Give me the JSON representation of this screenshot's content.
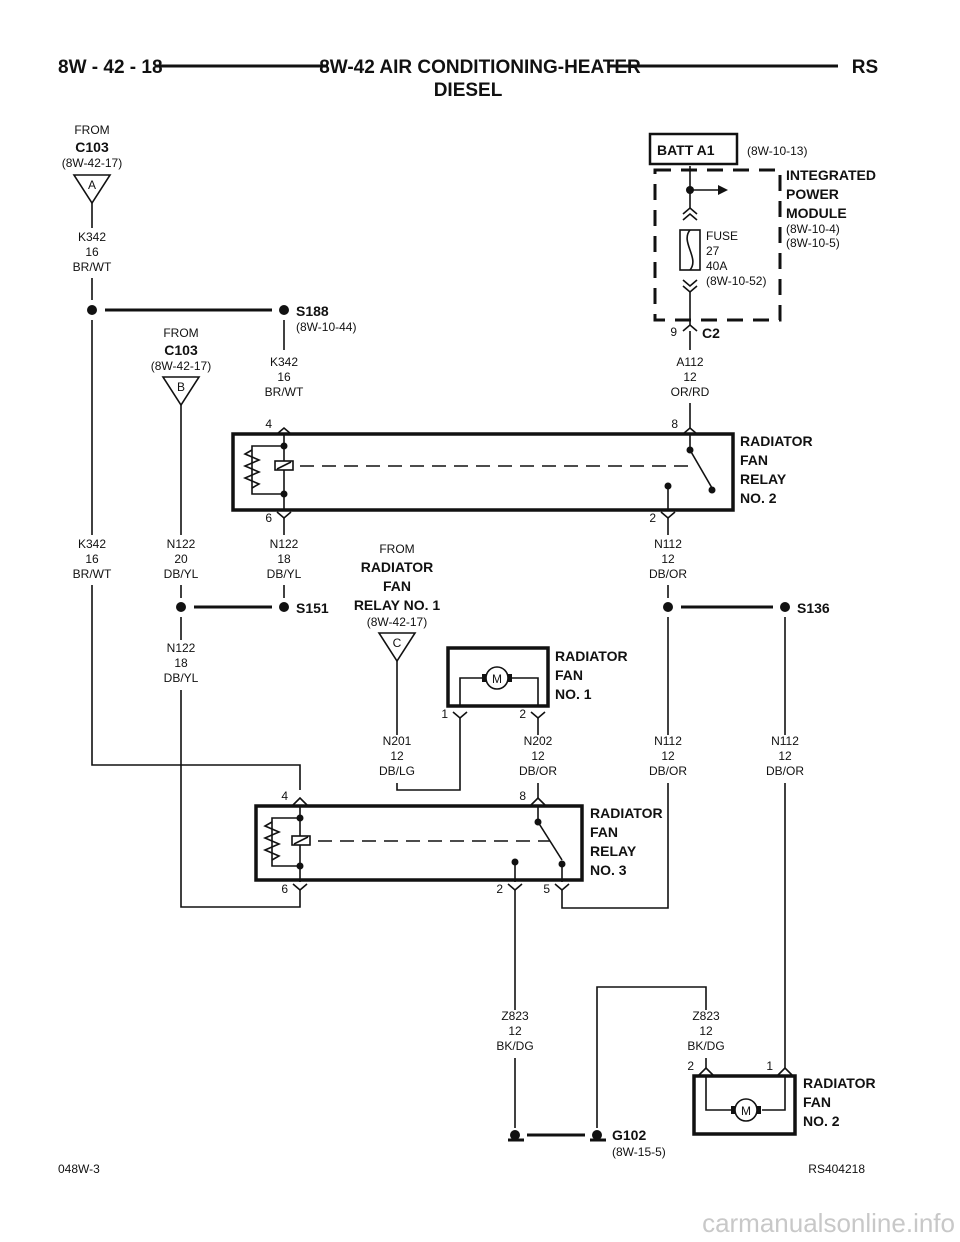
{
  "header": {
    "page_number": "8W - 42 - 18",
    "section_title": "8W-42 AIR CONDITIONING-HEATER",
    "subtitle": "DIESEL",
    "model_code": "RS"
  },
  "from_c103_a": {
    "from": "FROM",
    "connector": "C103",
    "ref": "(8W-42-17)",
    "letter": "A"
  },
  "from_c103_b": {
    "from": "FROM",
    "connector": "C103",
    "ref": "(8W-42-17)",
    "letter": "B"
  },
  "from_relay1": {
    "from": "FROM",
    "line1": "RADIATOR",
    "line2": "FAN",
    "line3": "RELAY NO. 1",
    "ref": "(8W-42-17)",
    "letter": "C"
  },
  "batt": {
    "label": "BATT A1",
    "ref": "(8W-10-13)"
  },
  "ipm": {
    "line1": "INTEGRATED",
    "line2": "POWER",
    "line3": "MODULE",
    "ref1": "(8W-10-4)",
    "ref2": "(8W-10-5)",
    "fuse_label": "FUSE",
    "fuse_number": "27",
    "fuse_rating": "40A",
    "fuse_ref": "(8W-10-52)",
    "connector_pin": "9",
    "connector": "C2"
  },
  "wires": {
    "k342_top": {
      "circuit": "K342",
      "gauge": "16",
      "color": "BR/WT"
    },
    "k342_s188": {
      "circuit": "K342",
      "gauge": "16",
      "color": "BR/WT"
    },
    "k342_left": {
      "circuit": "K342",
      "gauge": "16",
      "color": "BR/WT"
    },
    "a112": {
      "circuit": "A112",
      "gauge": "12",
      "color": "OR/RD"
    },
    "n122_b": {
      "circuit": "N122",
      "gauge": "20",
      "color": "DB/YL"
    },
    "n122_r2": {
      "circuit": "N122",
      "gauge": "18",
      "color": "DB/YL"
    },
    "n122_low": {
      "circuit": "N122",
      "gauge": "18",
      "color": "DB/YL"
    },
    "n112_r2": {
      "circuit": "N112",
      "gauge": "12",
      "color": "DB/OR"
    },
    "n201": {
      "circuit": "N201",
      "gauge": "12",
      "color": "DB/LG"
    },
    "n202": {
      "circuit": "N202",
      "gauge": "12",
      "color": "DB/OR"
    },
    "n112_mid": {
      "circuit": "N112",
      "gauge": "12",
      "color": "DB/OR"
    },
    "n112_right": {
      "circuit": "N112",
      "gauge": "12",
      "color": "DB/OR"
    },
    "z823_left": {
      "circuit": "Z823",
      "gauge": "12",
      "color": "BK/DG"
    },
    "z823_right": {
      "circuit": "Z823",
      "gauge": "12",
      "color": "BK/DG"
    }
  },
  "splices": {
    "s188": {
      "label": "S188",
      "ref": "(8W-10-44)"
    },
    "s151": {
      "label": "S151"
    },
    "s136": {
      "label": "S136"
    }
  },
  "relay2": {
    "line1": "RADIATOR",
    "line2": "FAN",
    "line3": "RELAY",
    "line4": "NO. 2",
    "pin_tl": "4",
    "pin_tr": "8",
    "pin_bl": "6",
    "pin_br": "2"
  },
  "relay3": {
    "line1": "RADIATOR",
    "line2": "FAN",
    "line3": "RELAY",
    "line4": "NO. 3",
    "pin_tl": "4",
    "pin_tr": "8",
    "pin_bl": "6",
    "pin_bm": "2",
    "pin_br": "5"
  },
  "fan1": {
    "line1": "RADIATOR",
    "line2": "FAN",
    "line3": "NO. 1",
    "motor": "M",
    "pin_l": "1",
    "pin_r": "2"
  },
  "fan2": {
    "line1": "RADIATOR",
    "line2": "FAN",
    "line3": "NO. 2",
    "motor": "M",
    "pin_l": "2",
    "pin_r": "1"
  },
  "ground": {
    "label": "G102",
    "ref": "(8W-15-5)"
  },
  "footer": {
    "left_code": "048W-3",
    "right_code": "RS404218"
  },
  "watermark": "carmanualsonline.info"
}
